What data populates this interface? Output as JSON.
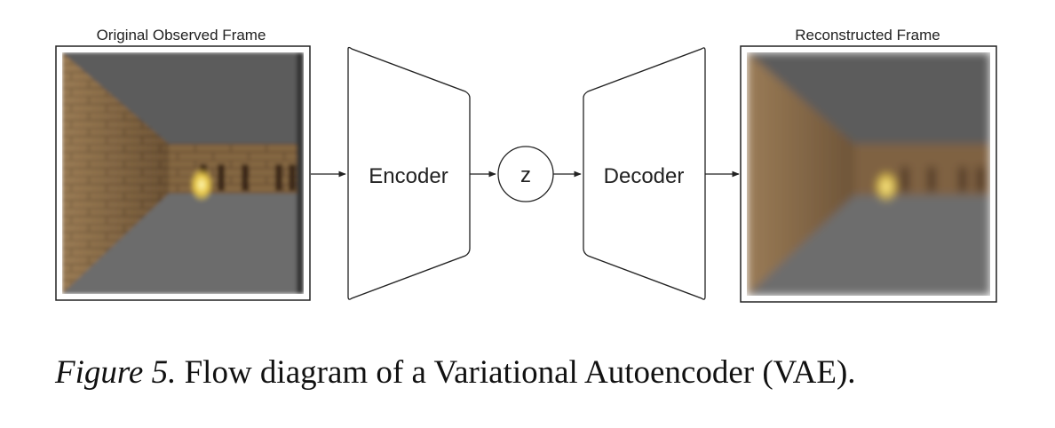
{
  "diagram": {
    "input_title": "Original Observed Frame",
    "output_title": "Reconstructed Frame",
    "encoder_label": "Encoder",
    "latent_label": "z",
    "decoder_label": "Decoder"
  },
  "caption": {
    "figure_label": "Figure 5.",
    "text": " Flow diagram of a Variational Autoencoder (VAE)."
  },
  "icons": {
    "input_frame": "3d-corridor-scene-icon",
    "output_frame": "blurred-corridor-scene-icon"
  },
  "colors": {
    "outline": "#222222",
    "wall_brick": "#8a6a44",
    "floor": "#6c6c6c",
    "ceiling": "#5a5a5a",
    "light": "#f4e27a"
  }
}
